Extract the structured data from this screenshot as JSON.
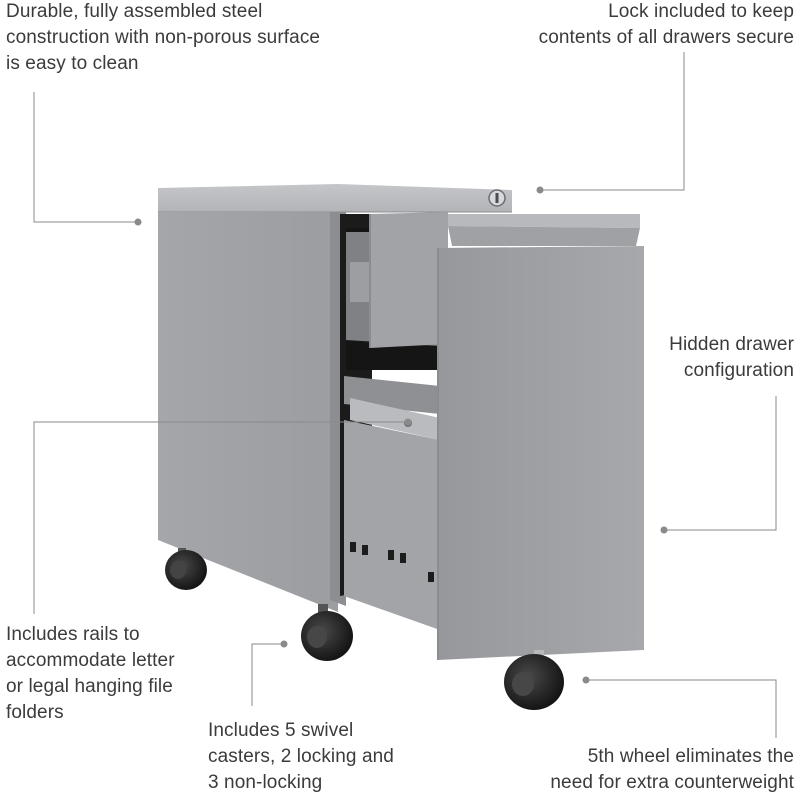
{
  "callouts": {
    "steel": {
      "lines": [
        "Durable, fully assembled steel",
        "construction with non-porous surface",
        "is easy to clean"
      ]
    },
    "lock": {
      "lines": [
        "Lock included to keep",
        "contents of all drawers secure"
      ]
    },
    "hidden": {
      "lines": [
        "Hidden drawer",
        "configuration"
      ]
    },
    "rails": {
      "lines": [
        "Includes rails to",
        "accommodate letter",
        "or legal hanging file",
        "folders"
      ]
    },
    "casters": {
      "lines": [
        "Includes 5 swivel",
        "casters, 2 locking and",
        "3 non-locking"
      ]
    },
    "fifth_wheel": {
      "lines": [
        "5th wheel eliminates the",
        "need for extra counterweight"
      ]
    }
  },
  "colors": {
    "text": "#3b3b3b",
    "leader_line": "#8a8a8a",
    "cabinet_body": "#a7a9ad",
    "cabinet_front": "#9a9ca0",
    "caster": "#2a2a2a"
  }
}
